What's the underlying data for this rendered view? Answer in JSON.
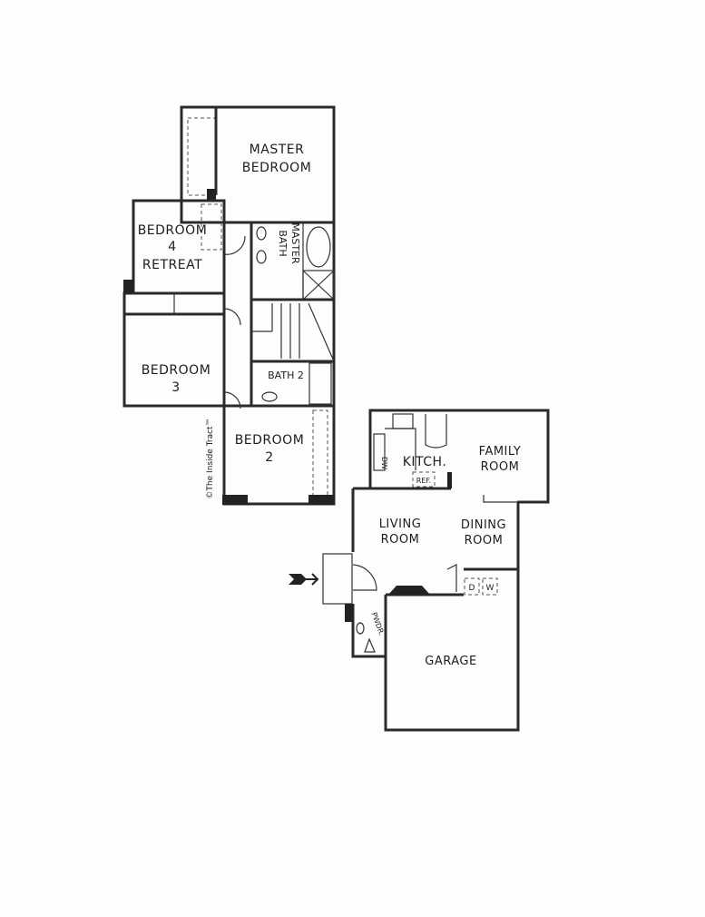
{
  "upper_floor": {
    "master_bedroom": [
      "MASTER",
      "BEDROOM"
    ],
    "master_bath": [
      "MASTER",
      "BATH"
    ],
    "bedroom4": [
      "BEDROOM",
      "4",
      "RETREAT"
    ],
    "bedroom3": [
      "BEDROOM",
      "3"
    ],
    "bath2": "BATH 2",
    "bedroom2": [
      "BEDROOM",
      "2"
    ],
    "copyright": "©The Inside Tract™"
  },
  "lower_floor": {
    "kitchen": "KITCH.",
    "dishwasher": "DW",
    "refrigerator": "REF.",
    "family_room": [
      "FAMILY",
      "ROOM"
    ],
    "living_room": [
      "LIVING",
      "ROOM"
    ],
    "dining_room": [
      "DINING",
      "ROOM"
    ],
    "dryer": "D",
    "washer": "W",
    "powder": "PWDR.",
    "garage": "GARAGE"
  }
}
